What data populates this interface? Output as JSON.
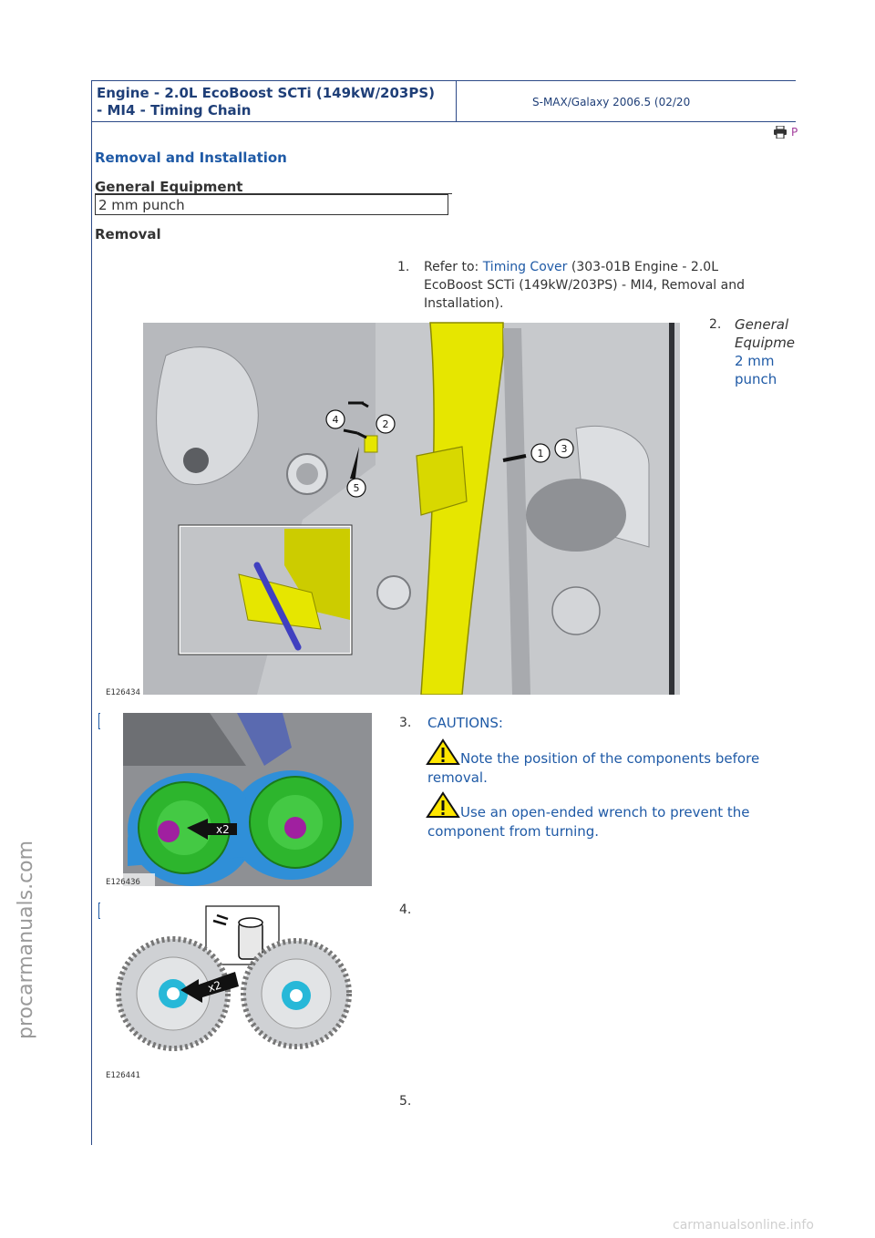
{
  "header": {
    "title_line1": "Engine - 2.0L EcoBoost SCTi (149kW/203PS)",
    "title_line2": "- MI4 - Timing Chain",
    "model": "S-MAX/Galaxy 2006.5 (02/20",
    "print_label": "P"
  },
  "section_title": "Removal and Installation",
  "general_equipment": {
    "heading": "General Equipment",
    "items": [
      "2 mm punch"
    ]
  },
  "removal_heading": "Removal",
  "steps": [
    {
      "num": "1.",
      "prefix": "Refer to: ",
      "link": "Timing Cover",
      "suffix_line1": " (303-01B Engine - 2.0L",
      "line2": "EcoBoost SCTi (149kW/203PS) - MI4, Removal and",
      "line3": "Installation)."
    },
    {
      "num": "2.",
      "line1": "General",
      "line2": "Equipme",
      "line3": "2 mm",
      "line4": "punch"
    },
    {
      "num": "3.",
      "cautions_label": "CAUTIONS:",
      "caution1_line1": "Note the position of the components before",
      "caution1_line2": "removal.",
      "caution2_line1": " Use an open-ended wrench to prevent the",
      "caution2_line2": "component from turning."
    },
    {
      "num": "4."
    },
    {
      "num": "5."
    }
  ],
  "figures": {
    "fig1": {
      "id": "E126434",
      "callouts": [
        "4",
        "2",
        "1",
        "3",
        "5"
      ]
    },
    "fig2": {
      "id": "E126436",
      "callout": "x2"
    },
    "fig3": {
      "id": "E126441",
      "callout": "x2"
    }
  },
  "watermarks": {
    "side": "procarmanuals.com",
    "bottom": "carmanualsonline.info"
  },
  "icons": {
    "print": "printer-icon",
    "zoom": "zoom-in-icon",
    "warning": "warning-triangle-icon"
  },
  "colors": {
    "heading_blue": "#1f5aa6",
    "rule_blue": "#2c4a88",
    "link_blue": "#1f5aa6",
    "print_purple": "#a23b9b",
    "tensioner_yellow": "#e6e600",
    "sprocket_green": "#2db52d",
    "chain_blue": "#2f8fd8"
  }
}
